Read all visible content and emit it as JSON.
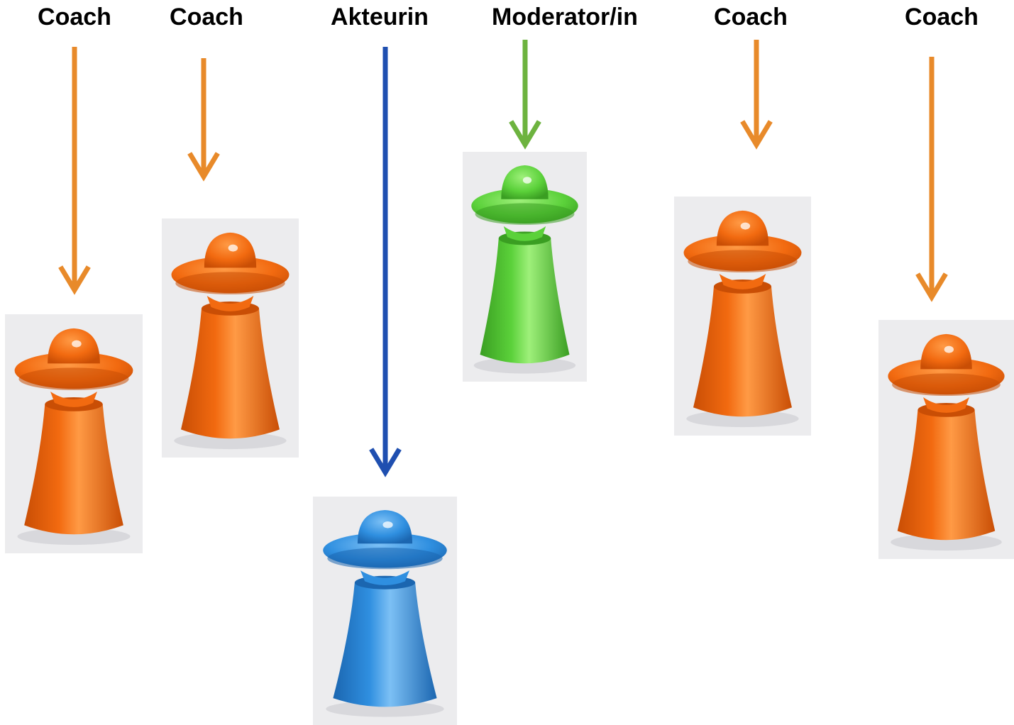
{
  "roles": [
    {
      "label": "Coach",
      "color": "#e88a2a",
      "pawn_color": "orange"
    },
    {
      "label": "Coach",
      "color": "#e88a2a",
      "pawn_color": "orange"
    },
    {
      "label": "Akteurin",
      "color": "#1f4fb0",
      "pawn_color": "blue"
    },
    {
      "label": "Moderator/in",
      "color": "#6db33f",
      "pawn_color": "green"
    },
    {
      "label": "Coach",
      "color": "#e88a2a",
      "pawn_color": "orange"
    },
    {
      "label": "Coach",
      "color": "#e88a2a",
      "pawn_color": "orange"
    }
  ],
  "pawn_palette": {
    "orange": {
      "base": "#f26a10",
      "light": "#ff9a45",
      "dark": "#c94e05"
    },
    "blue": {
      "base": "#2f8fe0",
      "light": "#7cc0f5",
      "dark": "#1b66b0"
    },
    "green": {
      "base": "#5bd13a",
      "light": "#9ef07a",
      "dark": "#3a9e22"
    }
  }
}
